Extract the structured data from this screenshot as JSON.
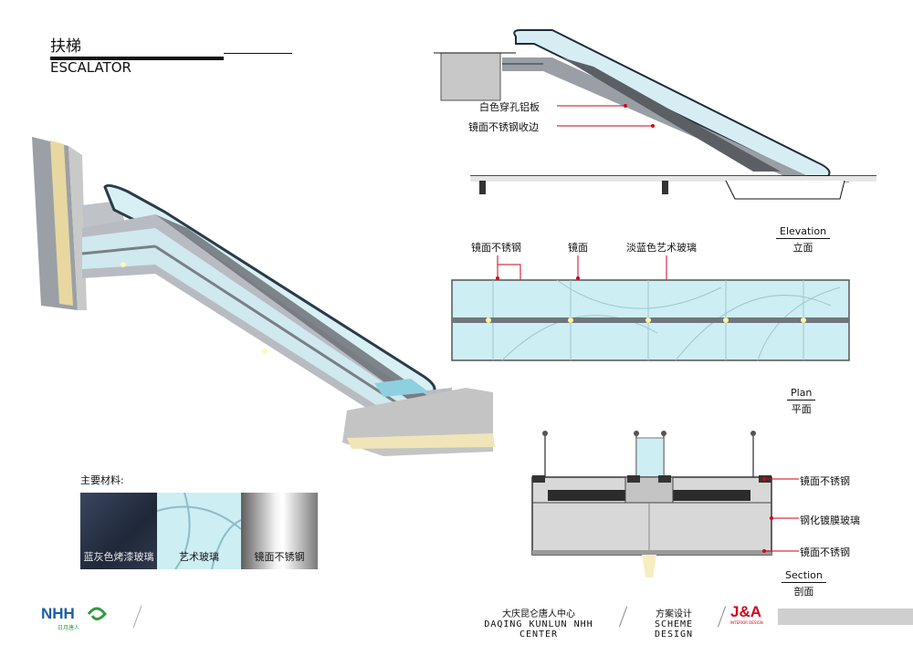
{
  "title": {
    "cn": "扶梯",
    "en": "ESCALATOR"
  },
  "elevation": {
    "caption_en": "Elevation",
    "caption_cn": "立面",
    "labels": [
      "白色穿孔铝板",
      "镜面不锈钢收边"
    ]
  },
  "plan": {
    "caption_en": "Plan",
    "caption_cn": "平面",
    "labels": [
      "镜面不锈钢",
      "镜面",
      "淡蓝色艺术玻璃"
    ]
  },
  "section": {
    "caption_en": "Section",
    "caption_cn": "剖面",
    "labels": [
      "镜面不锈钢",
      "钢化镀膜玻璃",
      "镜面不锈钢"
    ]
  },
  "materials": {
    "heading": "主要材料:",
    "items": [
      {
        "label": "蓝灰色烤漆玻璃",
        "color": "#2f3a4f"
      },
      {
        "label": "艺术玻璃",
        "color": "#cdeef3"
      },
      {
        "label": "镜面不锈钢",
        "color": "#b9b9b9"
      }
    ]
  },
  "footer": {
    "logo": "NHH",
    "logo_sub": "日月唐人",
    "project_cn": "大庆昆仑唐人中心",
    "project_en": "DAQING KUNLUN NHH CENTER",
    "phase_cn": "方案设计",
    "phase_en": "SCHEME DESIGN",
    "brand": "J&A",
    "brand_sub": "INTERIOR DESIGN"
  },
  "colors": {
    "accent_red": "#d0021b",
    "glass_blue": "#cdeef3",
    "footer_bar": "#cfcfcf"
  }
}
